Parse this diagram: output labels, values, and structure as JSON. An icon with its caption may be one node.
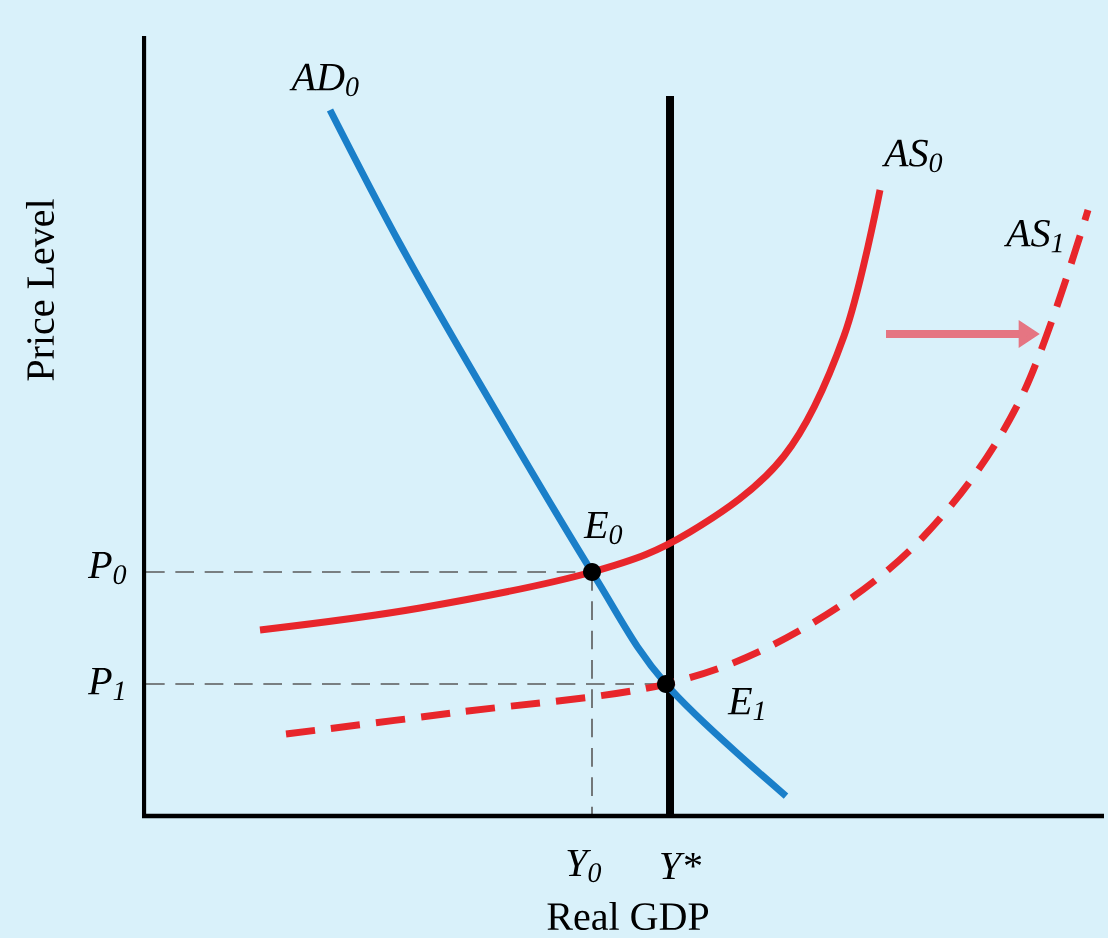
{
  "diagram": {
    "labels": [
      "AD$_{0}$",
      "AS$_{0}$",
      "AS$_{1}$",
      "E$_{0}$",
      "E$_{1}$",
      "P$_{0}$",
      "P$_{1}$",
      "Y$_{0}$",
      "Y*",
      "Real GDP",
      "Price Level"
    ]
  }
}
